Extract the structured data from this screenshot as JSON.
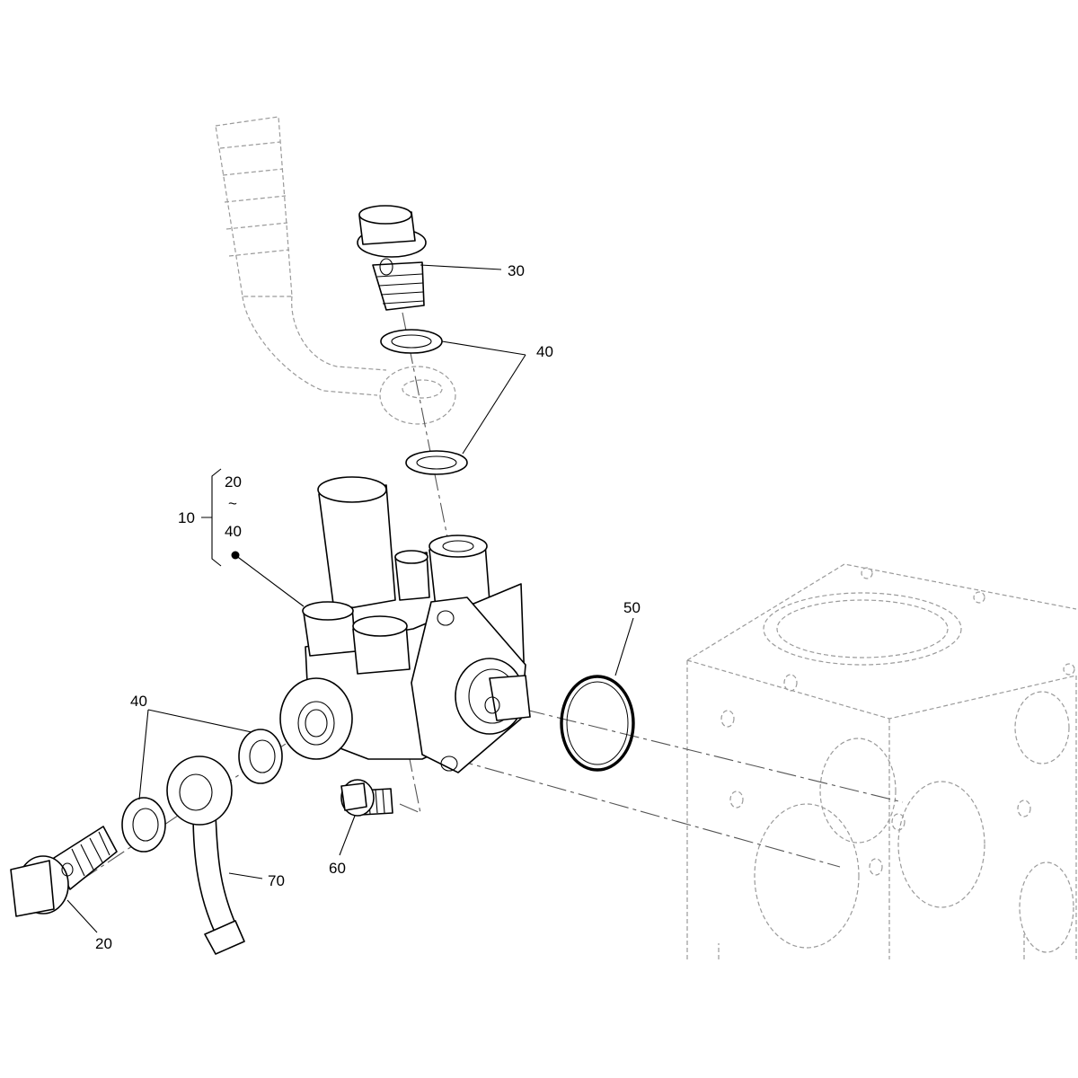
{
  "callouts": {
    "c30": "30",
    "c40_top": "40",
    "c50": "50",
    "c10": "10",
    "c10_range_from": "20",
    "c10_range_sep": "~",
    "c10_range_to": "40",
    "c40_left": "40",
    "c60": "60",
    "c70": "70",
    "c20": "20"
  },
  "colors": {
    "line": "#000000",
    "ghost_line": "#9a9a9a",
    "background": "#ffffff"
  }
}
